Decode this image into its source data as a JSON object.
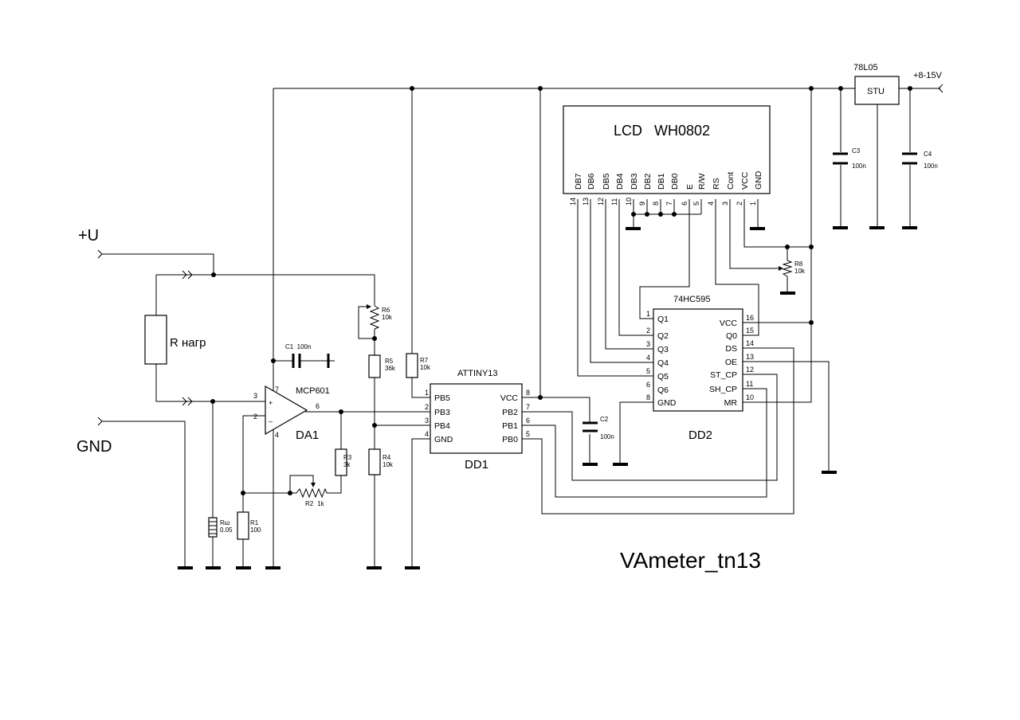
{
  "title": "VAmeter_tn13",
  "inputs": {
    "plus_u": "+U",
    "gnd": "GND",
    "supply": "+8-15V"
  },
  "load": "R нагр",
  "opamp": {
    "part": "MCP601",
    "ref": "DA1",
    "pins": {
      "p3": "3",
      "p2": "2",
      "p6": "6",
      "p7": "7",
      "p4": "4",
      "plus": "+",
      "minus": "–"
    }
  },
  "mcu": {
    "part": "ATTINY13",
    "ref": "DD1",
    "left_pins": [
      {
        "num": "1",
        "name": "PB5"
      },
      {
        "num": "2",
        "name": "PB3"
      },
      {
        "num": "3",
        "name": "PB4"
      },
      {
        "num": "4",
        "name": "GND"
      }
    ],
    "right_pins": [
      {
        "num": "8",
        "name": "VCC"
      },
      {
        "num": "7",
        "name": "PB2"
      },
      {
        "num": "6",
        "name": "PB1"
      },
      {
        "num": "5",
        "name": "PB0"
      }
    ]
  },
  "shift": {
    "part": "74HC595",
    "ref": "DD2",
    "left_pins": [
      {
        "num": "1",
        "name": "Q1"
      },
      {
        "num": "2",
        "name": "Q2"
      },
      {
        "num": "3",
        "name": "Q3"
      },
      {
        "num": "4",
        "name": "Q4"
      },
      {
        "num": "5",
        "name": "Q5"
      },
      {
        "num": "6",
        "name": "Q6"
      },
      {
        "num": "8",
        "name": "GND"
      }
    ],
    "right_pins": [
      {
        "num": "16",
        "name": "VCC"
      },
      {
        "num": "15",
        "name": "Q0"
      },
      {
        "num": "14",
        "name": "DS"
      },
      {
        "num": "13",
        "name": "OE"
      },
      {
        "num": "12",
        "name": "ST_CP"
      },
      {
        "num": "11",
        "name": "SH_CP"
      },
      {
        "num": "10",
        "name": "MR"
      }
    ]
  },
  "lcd": {
    "title": "LCD   WH0802",
    "pins": [
      {
        "name": "DB7",
        "num": "14"
      },
      {
        "name": "DB6",
        "num": "13"
      },
      {
        "name": "DB5",
        "num": "12"
      },
      {
        "name": "DB4",
        "num": "11"
      },
      {
        "name": "DB3",
        "num": "10"
      },
      {
        "name": "DB2",
        "num": "9"
      },
      {
        "name": "DB1",
        "num": "8"
      },
      {
        "name": "DB0",
        "num": "7"
      },
      {
        "name": "E",
        "num": "6"
      },
      {
        "name": "R/W",
        "num": "5"
      },
      {
        "name": "RS",
        "num": "4"
      },
      {
        "name": "Cont",
        "num": "3"
      },
      {
        "name": "VCC",
        "num": "2"
      },
      {
        "name": "GND",
        "num": "1"
      }
    ]
  },
  "regulator": {
    "part": "78L05",
    "ref": "STU"
  },
  "resistors": {
    "r6": {
      "name": "R6",
      "value": "10k"
    },
    "r5": {
      "name": "R5",
      "value": "36k"
    },
    "r4": {
      "name": "R4",
      "value": "10k"
    },
    "r7": {
      "name": "R7",
      "value": "10k"
    },
    "r3": {
      "name": "R3",
      "value": "3k"
    },
    "r2": {
      "name": "R2",
      "value": "1k"
    },
    "r1": {
      "name": "R1",
      "value": "100"
    },
    "rs": {
      "name": "Rш",
      "value": "0.05"
    },
    "r8": {
      "name": "R8",
      "value": "10k"
    }
  },
  "capacitors": {
    "c1": {
      "name": "C1",
      "value": "100n"
    },
    "c2": {
      "name": "C2",
      "value": "100n"
    },
    "c3": {
      "name": "C3",
      "value": "100n"
    },
    "c4": {
      "name": "C4",
      "value": "100n"
    }
  }
}
